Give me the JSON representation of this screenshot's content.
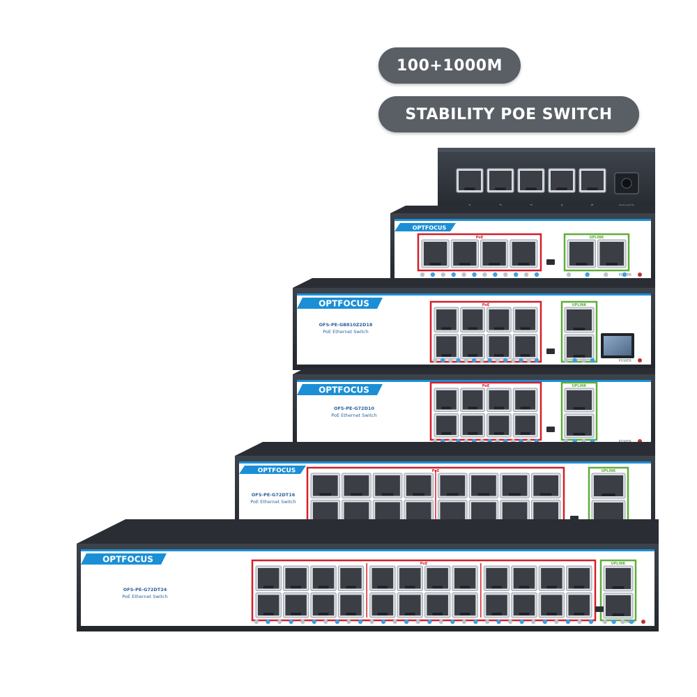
{
  "headline": {
    "speed": "100+1000M",
    "product": "STABILITY POE SWITCH"
  },
  "brand": "OPTFOCUS",
  "labels": {
    "poe": "PoE",
    "uplink": "UPLINK",
    "power": "POWER"
  },
  "colors": {
    "pill": "#5a5f66",
    "chassis": "#2e333a",
    "chassis_top": "#3d434b",
    "panel": "#ffffff",
    "brand_blue": "#1a8fd6",
    "poe_red": "#d41f2a",
    "uplink_green": "#5fae3a",
    "port": "#3b3f45"
  },
  "switches": [
    {
      "id": "sw-5-port",
      "poe_ports": 5,
      "uplink_ports": 0,
      "rows": 1,
      "has_brand": false,
      "has_sfp": false,
      "port_numbers": [
        "1",
        "2",
        "3",
        "4",
        "5"
      ]
    },
    {
      "id": "sw-4-poe-2-uplink",
      "poe_ports": 4,
      "uplink_ports": 2,
      "rows": 1,
      "has_brand": true,
      "has_sfp": false,
      "model": "",
      "subtitle": ""
    },
    {
      "id": "sw-8-poe-2-uplink-sfp",
      "poe_ports": 8,
      "uplink_ports": 2,
      "rows": 2,
      "has_brand": true,
      "has_sfp": true,
      "model": "OFS-PE-GB810Z2D18",
      "subtitle": "PoE Ethernet Switch"
    },
    {
      "id": "sw-8-poe-2-uplink",
      "poe_ports": 8,
      "uplink_ports": 2,
      "rows": 2,
      "has_brand": true,
      "has_sfp": false,
      "model": "OFS-PE-G72D10",
      "subtitle": "PoE Ethernet Switch"
    },
    {
      "id": "sw-16-poe-2-uplink",
      "poe_ports": 16,
      "uplink_ports": 2,
      "rows": 2,
      "has_brand": true,
      "has_sfp": false,
      "model": "OFS-PE-G72DT16",
      "subtitle": "PoE Ethernet Switch"
    },
    {
      "id": "sw-24-poe-2-uplink",
      "poe_ports": 24,
      "uplink_ports": 2,
      "rows": 2,
      "has_brand": true,
      "has_sfp": false,
      "model": "OFS-PE-G72DT24",
      "subtitle": "PoE Ethernet Switch"
    }
  ]
}
